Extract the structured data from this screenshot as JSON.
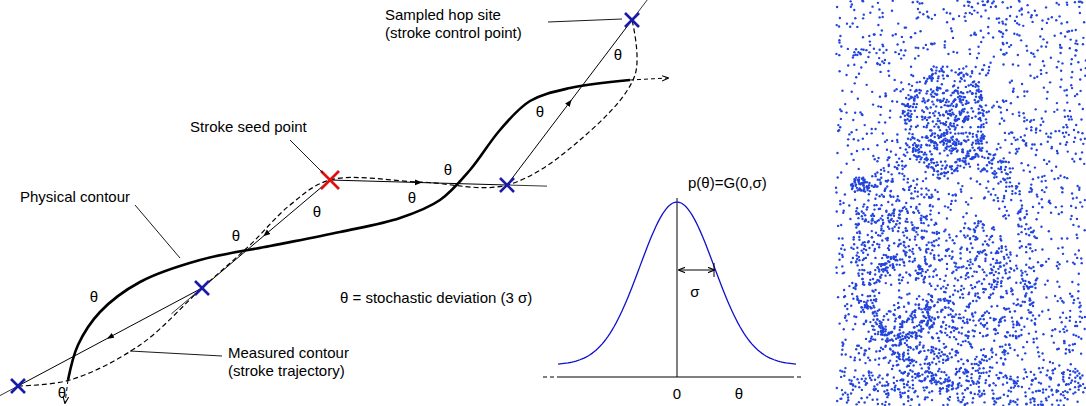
{
  "diagram": {
    "labels": [
      "Sampled hop site (stroke control point)",
      "Stroke seed point",
      "Physical contour",
      "θ = stochastic deviation (3 σ)",
      "p(θ)=G(0,σ)",
      "σ",
      "0",
      "θ",
      "Measured contour (stroke trajectory)",
      "θ",
      "θ",
      "θ",
      "θ",
      "θ",
      "θ",
      "θ",
      "θ"
    ]
  }
}
